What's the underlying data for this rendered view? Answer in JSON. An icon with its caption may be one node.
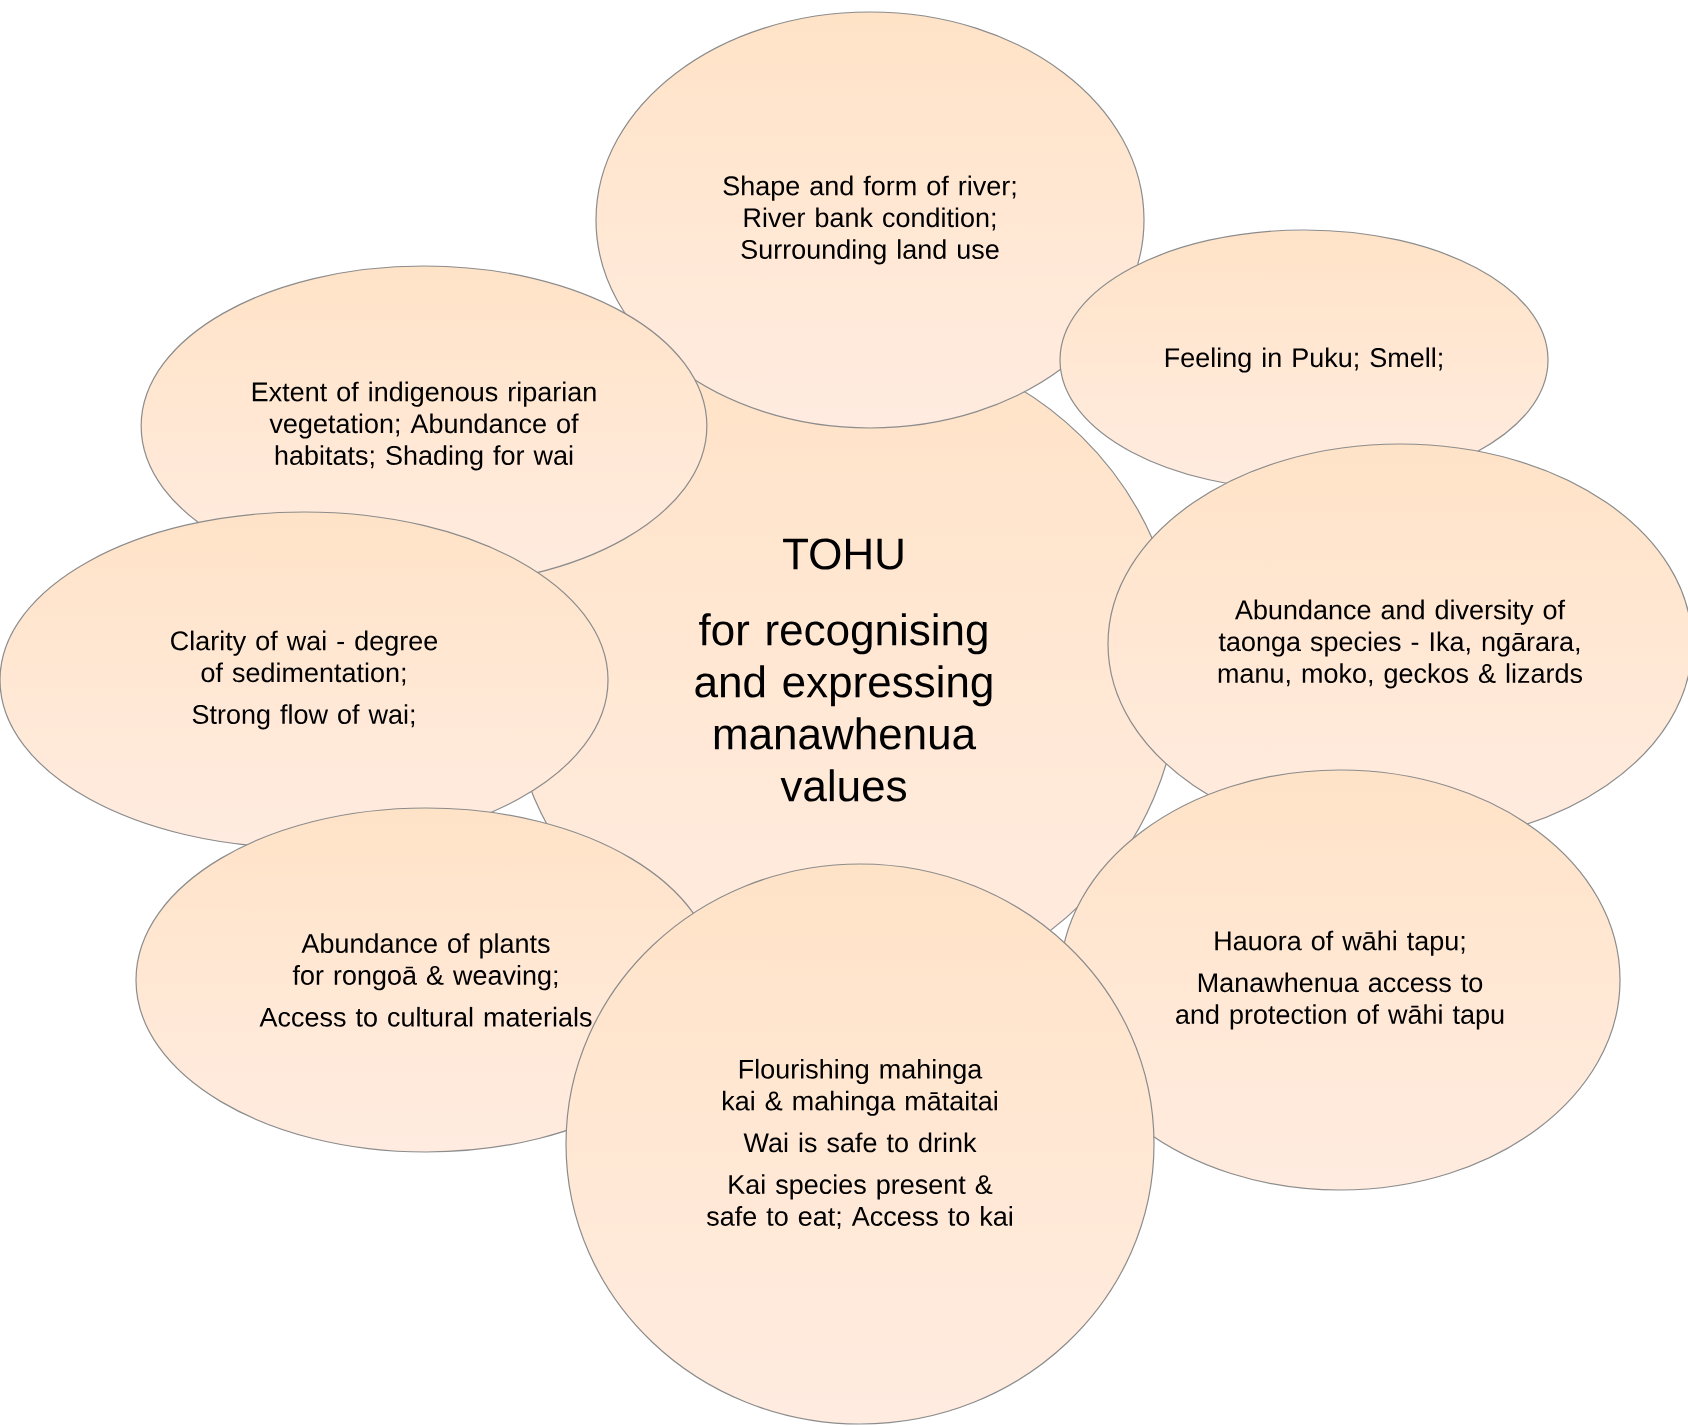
{
  "diagram": {
    "nodes": [
      {
        "text": [
          "TOHU",
          "for recognising and expressing manawhenua values"
        ]
      },
      {
        "text": [
          "Shape and form of river; River bank condition; Surrounding land use"
        ]
      },
      {
        "text": [
          "Extent of indigenous riparian  vegetation; Abundance of habitats; Shading for wai"
        ]
      },
      {
        "text": [
          "Feeling in  Puku; Smell;"
        ]
      },
      {
        "text": [
          "Abundance and diversity  of taonga species - Ika, ngārara, manu, moko, geckos & lizards"
        ]
      },
      {
        "text": [
          "Clarity of wai - degree of sedimentation;",
          "Strong flow of wai;"
        ]
      },
      {
        "text": [
          "Abundance of plants for rongoā & weaving;",
          "Access to cultural materials"
        ]
      },
      {
        "text": [
          "Hauora of wāhi tapu;",
          "Manawhenua access to and protection of wāhi tapu"
        ]
      },
      {
        "text": [
          "Flourishing mahinga kai & mahinga mātaitai",
          "Wai is safe to drink",
          "Kai species present & safe to eat; Access to kai"
        ]
      }
    ]
  }
}
